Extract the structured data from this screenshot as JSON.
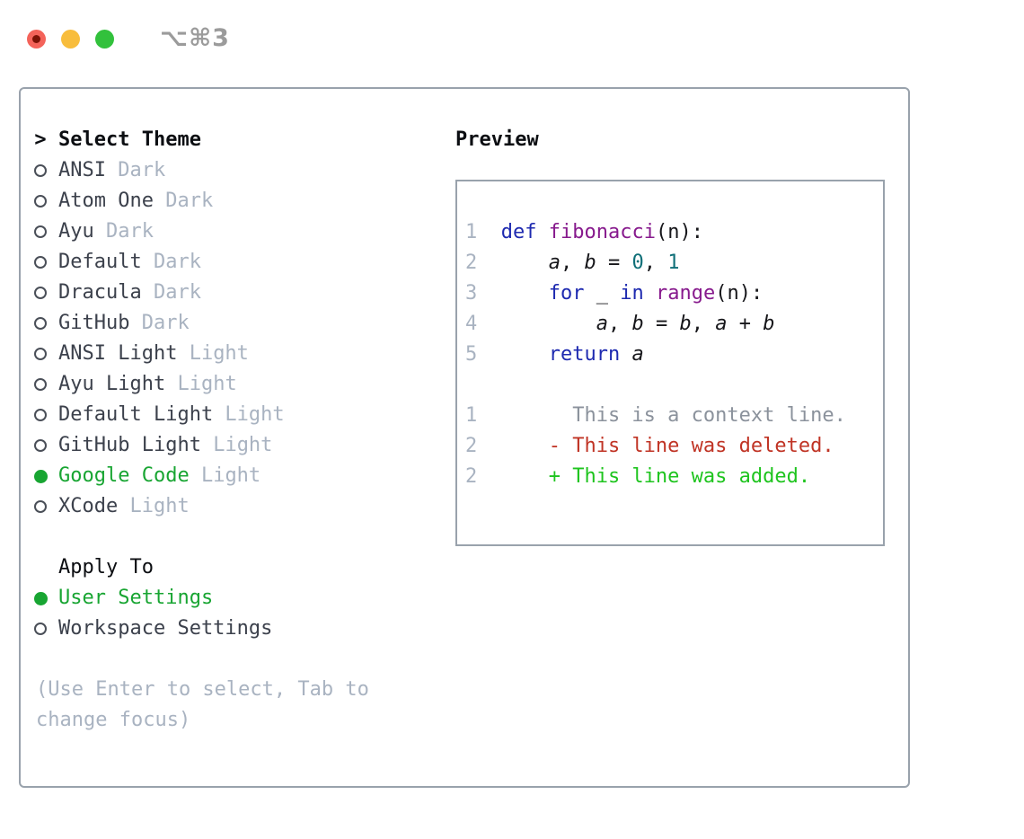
{
  "window": {
    "shortcut": "⌥⌘3"
  },
  "theme_panel": {
    "header": {
      "prompt": ">",
      "label": "Select Theme"
    },
    "themes": [
      {
        "name": "ANSI",
        "variant": "Dark",
        "selected": false
      },
      {
        "name": "Atom One",
        "variant": "Dark",
        "selected": false
      },
      {
        "name": "Ayu",
        "variant": "Dark",
        "selected": false
      },
      {
        "name": "Default",
        "variant": "Dark",
        "selected": false
      },
      {
        "name": "Dracula",
        "variant": "Dark",
        "selected": false
      },
      {
        "name": "GitHub",
        "variant": "Dark",
        "selected": false
      },
      {
        "name": "ANSI Light",
        "variant": "Light",
        "selected": false
      },
      {
        "name": "Ayu Light",
        "variant": "Light",
        "selected": false
      },
      {
        "name": "Default Light",
        "variant": "Light",
        "selected": false
      },
      {
        "name": "GitHub Light",
        "variant": "Light",
        "selected": false
      },
      {
        "name": "Google Code",
        "variant": "Light",
        "selected": true
      },
      {
        "name": "XCode",
        "variant": "Light",
        "selected": false
      }
    ],
    "apply_to": {
      "label": "Apply To",
      "options": [
        {
          "name": "User Settings",
          "selected": true
        },
        {
          "name": "Workspace Settings",
          "selected": false
        }
      ]
    },
    "help_text": "(Use Enter to select, Tab to change focus)"
  },
  "preview": {
    "label": "Preview",
    "code_lines": [
      {
        "num": "1",
        "segments": [
          {
            "t": "def",
            "c": "k"
          },
          {
            "t": " ",
            "c": "p"
          },
          {
            "t": "fibonacci",
            "c": "f"
          },
          {
            "t": "(n):",
            "c": "p"
          }
        ]
      },
      {
        "num": "2",
        "segments": [
          {
            "t": "    ",
            "c": "p"
          },
          {
            "t": "a",
            "c": "v"
          },
          {
            "t": ", ",
            "c": "p"
          },
          {
            "t": "b",
            "c": "v"
          },
          {
            "t": " = ",
            "c": "p"
          },
          {
            "t": "0",
            "c": "l"
          },
          {
            "t": ", ",
            "c": "p"
          },
          {
            "t": "1",
            "c": "l"
          }
        ]
      },
      {
        "num": "3",
        "segments": [
          {
            "t": "    ",
            "c": "p"
          },
          {
            "t": "for",
            "c": "k"
          },
          {
            "t": " _ ",
            "c": "p"
          },
          {
            "t": "in",
            "c": "k"
          },
          {
            "t": " ",
            "c": "p"
          },
          {
            "t": "range",
            "c": "f"
          },
          {
            "t": "(n):",
            "c": "p"
          }
        ]
      },
      {
        "num": "4",
        "segments": [
          {
            "t": "        ",
            "c": "p"
          },
          {
            "t": "a",
            "c": "v"
          },
          {
            "t": ", ",
            "c": "p"
          },
          {
            "t": "b",
            "c": "v"
          },
          {
            "t": " = ",
            "c": "p"
          },
          {
            "t": "b",
            "c": "v"
          },
          {
            "t": ", ",
            "c": "p"
          },
          {
            "t": "a",
            "c": "v"
          },
          {
            "t": " + ",
            "c": "p"
          },
          {
            "t": "b",
            "c": "v"
          }
        ]
      },
      {
        "num": "5",
        "segments": [
          {
            "t": "    ",
            "c": "p"
          },
          {
            "t": "return",
            "c": "k"
          },
          {
            "t": " ",
            "c": "p"
          },
          {
            "t": "a",
            "c": "v"
          }
        ]
      }
    ],
    "diff_lines": [
      {
        "num": "1",
        "type": "context",
        "text": "      This is a context line."
      },
      {
        "num": "2",
        "type": "deleted",
        "text": "    - This line was deleted."
      },
      {
        "num": "2",
        "type": "added",
        "text": "    + This line was added."
      }
    ]
  },
  "colors": {
    "accent_green": "#18a532",
    "diff_added": "#1ec41e",
    "diff_deleted": "#c03425",
    "muted": "#a9b3c1",
    "text_dark": "#3c414c",
    "heading": "#0c0e12",
    "code_keyword": "#1e2ab0",
    "code_function": "#871a8d",
    "code_literal": "#0f6f78",
    "code_plain": "#16161a",
    "line_number": "#a9b3c1",
    "context_text": "#8b929c",
    "panel_border": "#99a2ac",
    "traffic_red": "#f4635a",
    "traffic_red_dot": "#7c1206",
    "traffic_yellow": "#f8bd3c",
    "traffic_green": "#32c13c",
    "title_gray": "#9b9b9b"
  }
}
